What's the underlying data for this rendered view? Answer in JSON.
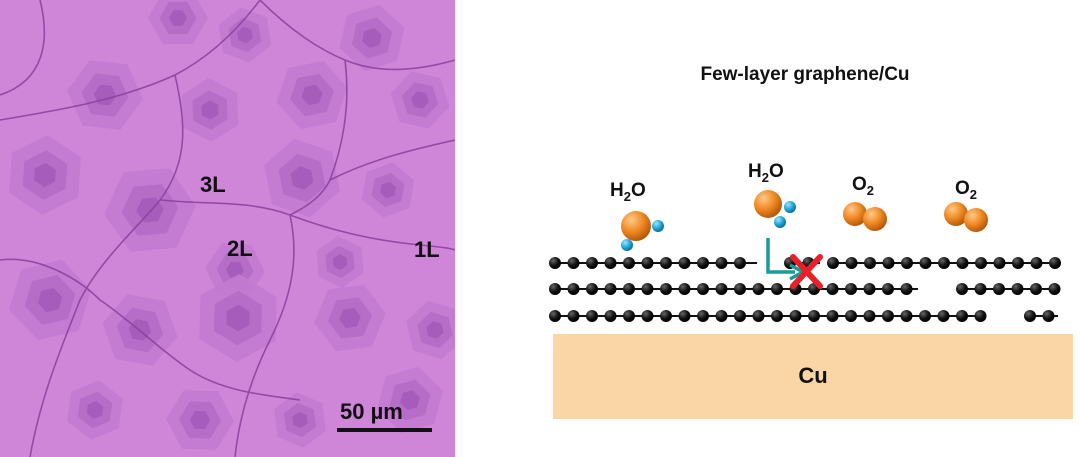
{
  "micrograph": {
    "layer_labels": {
      "three": "3L",
      "two": "2L",
      "one": "1L"
    },
    "scale_bar_text": "50 µm"
  },
  "schematic": {
    "title": "Few-layer graphene/Cu",
    "molecules": [
      {
        "formula": "H",
        "sub": "2",
        "tail": "O"
      },
      {
        "formula": "H",
        "sub": "2",
        "tail": "O"
      },
      {
        "formula": "O",
        "sub": "2",
        "tail": ""
      },
      {
        "formula": "O",
        "sub": "2",
        "tail": ""
      }
    ],
    "substrate_label": "Cu",
    "colors": {
      "substrate": "#fad5a5",
      "oxygen_atom": "#f08a24",
      "hydrogen_atom": "#1ea5d6",
      "carbon_atom": "#111111",
      "arrow": "#169c9c",
      "block_mark": "#e8202a",
      "micrograph_base": "#cf86d9"
    },
    "block_mark_icon": "x-mark-icon",
    "arrow_icon": "bent-arrow-icon"
  }
}
